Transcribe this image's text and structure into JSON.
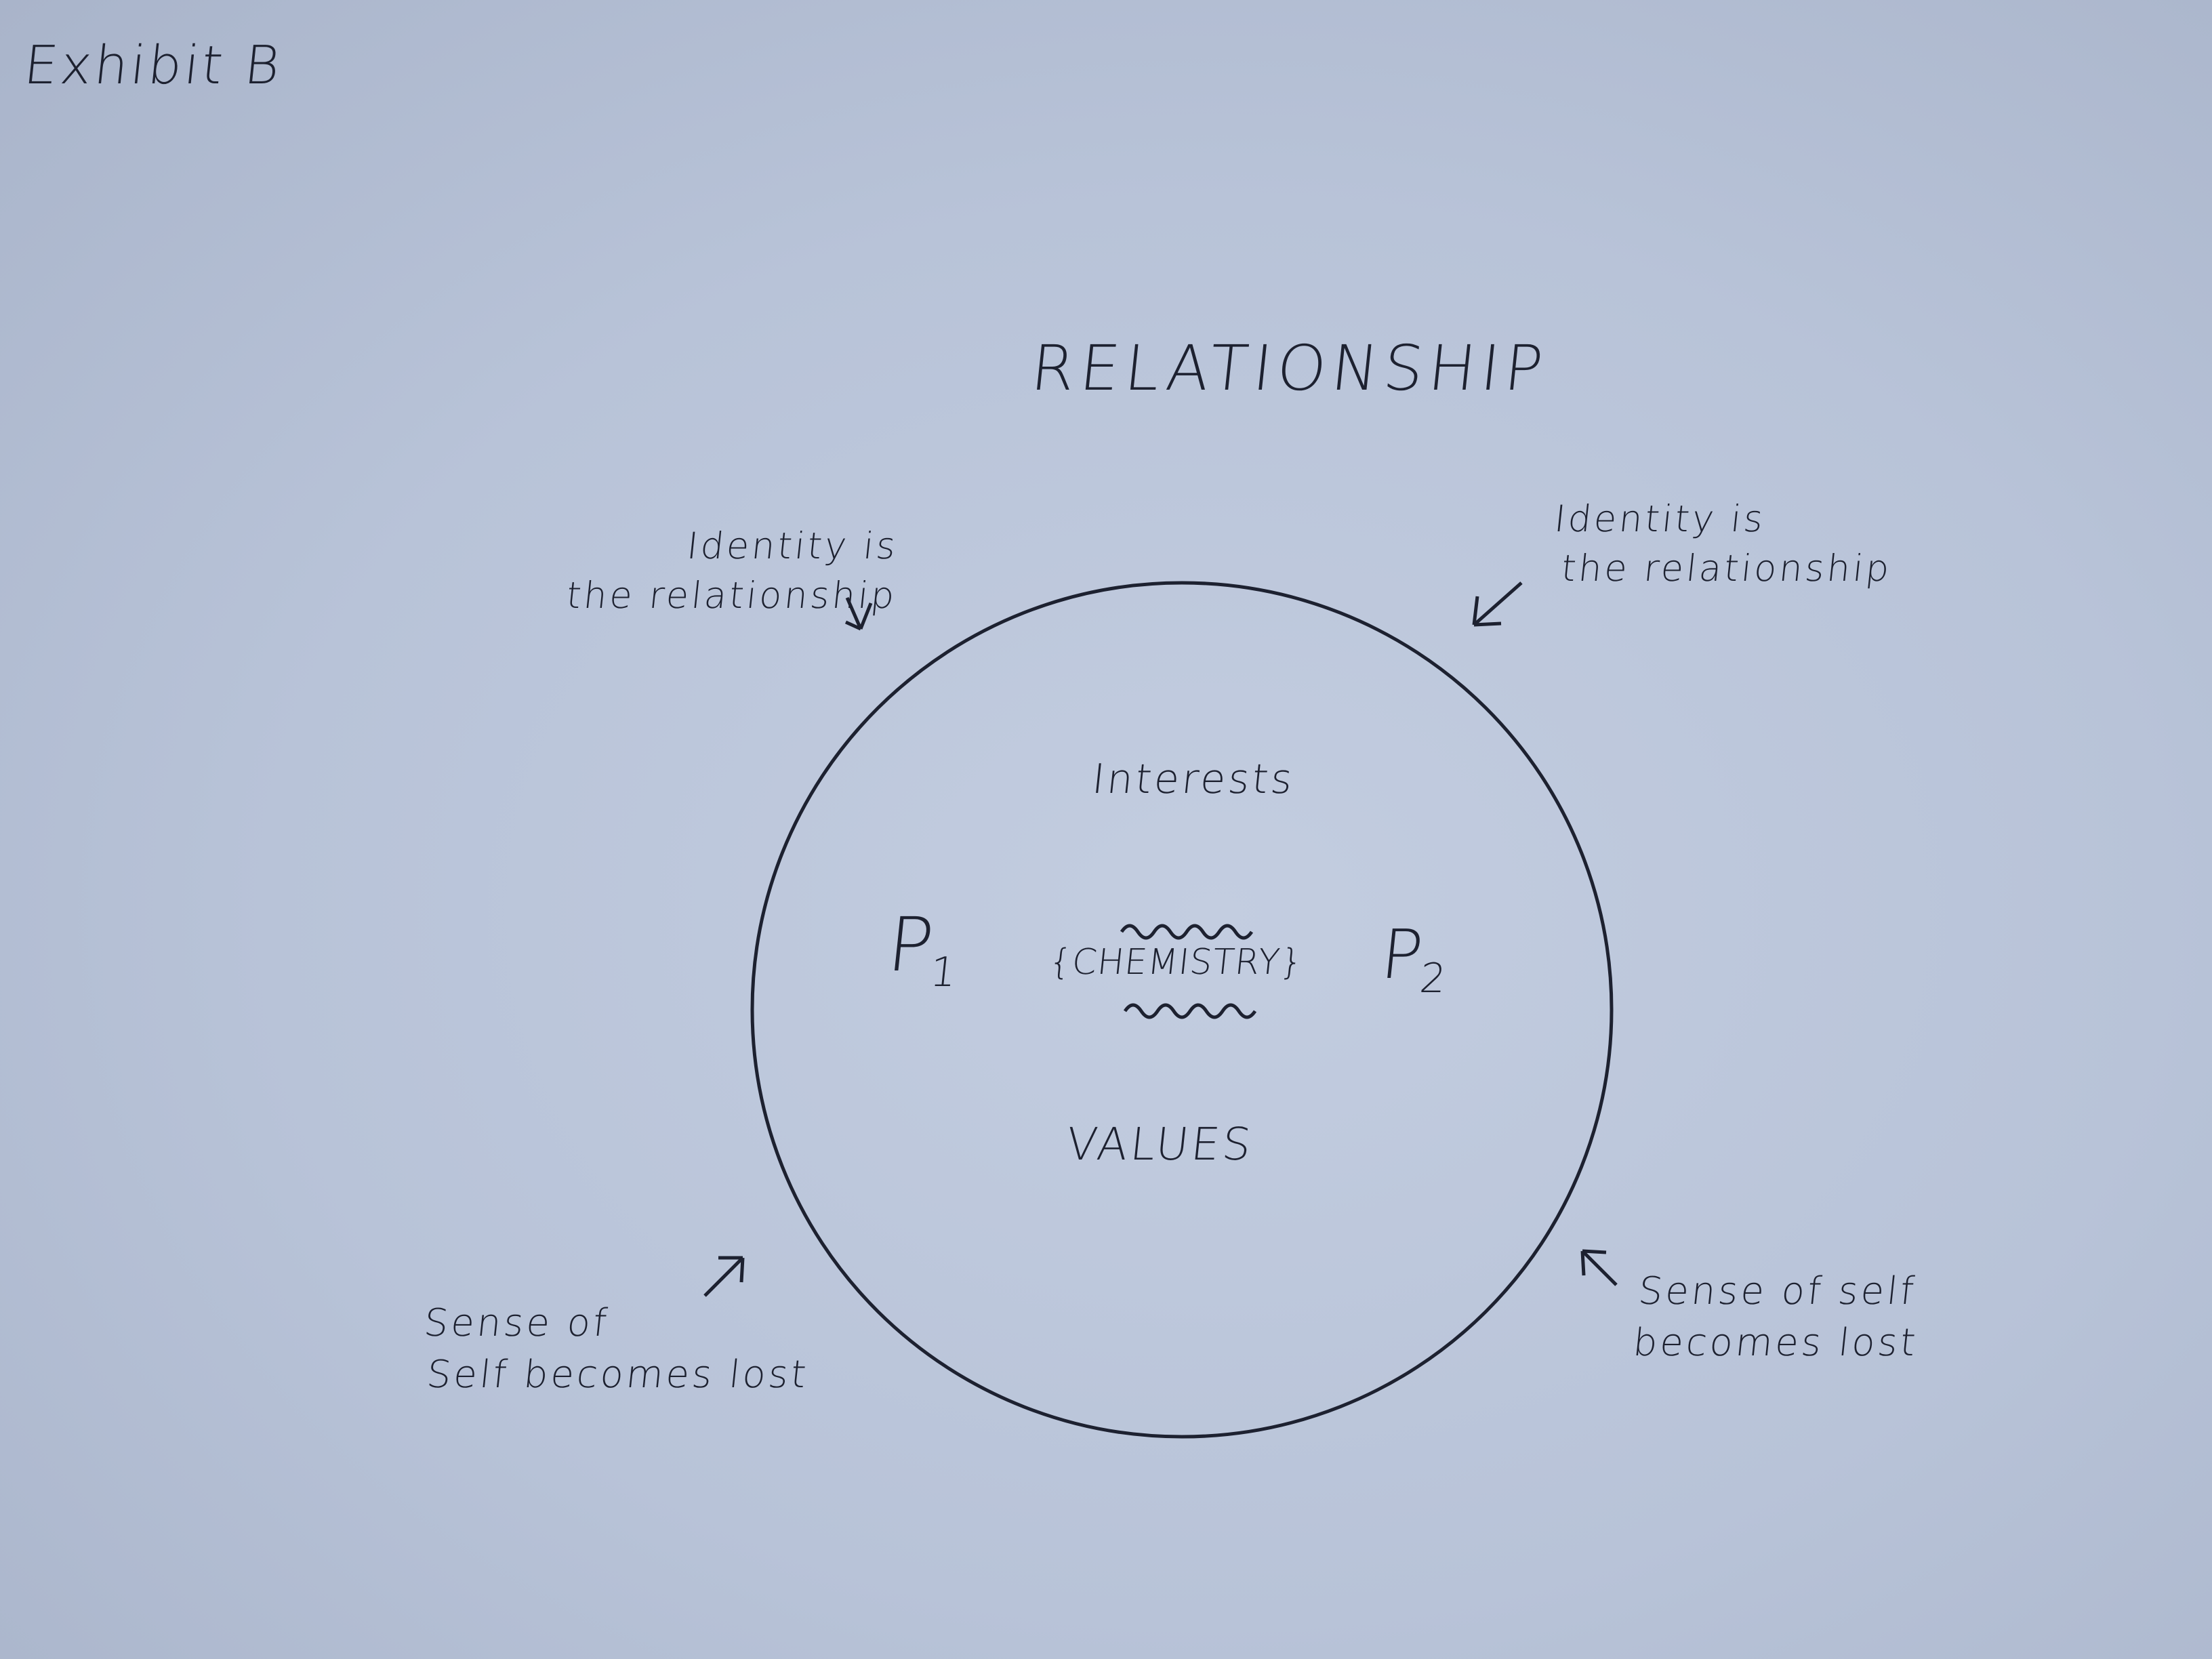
{
  "header": {
    "exhibit": "Exhibit B",
    "title": "RELATIONSHIP"
  },
  "circle": {
    "interests": "Interests",
    "p1": "P",
    "p1_sub": "1",
    "p2": "P",
    "p2_sub": "2",
    "chemistry": "{CHEMISTRY}",
    "values": "VALUES"
  },
  "annotations": {
    "top_left": {
      "line1": "Identity is",
      "line2": "the relationship"
    },
    "top_right": {
      "line1": "Identity is",
      "line2": "the relationship"
    },
    "bottom_left": {
      "line1": "Sense of",
      "line2": "Self becomes lost"
    },
    "bottom_right": {
      "line1": "Sense of self",
      "line2": "becomes lost"
    }
  },
  "colors": {
    "paper": "#bcc6da",
    "ink": "#1d2130"
  }
}
